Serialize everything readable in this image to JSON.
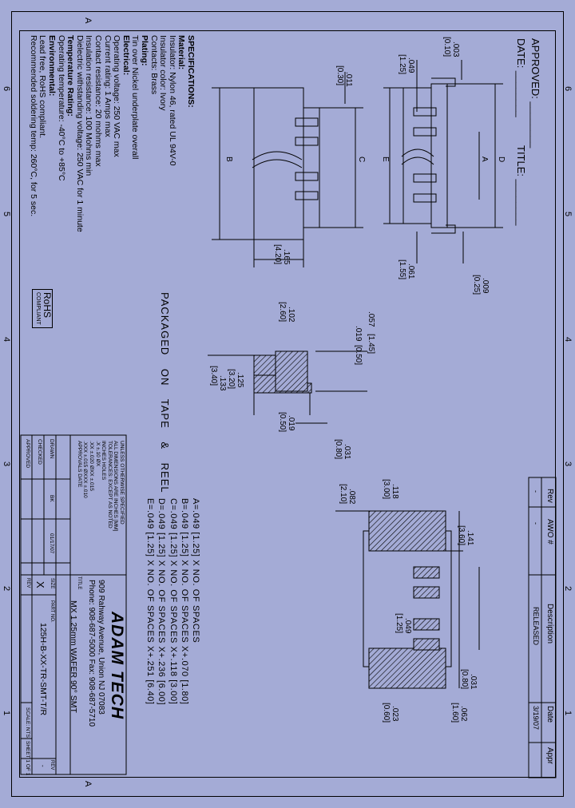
{
  "header": {
    "approved_label": "APPROVED: ________",
    "date_label": "DATE: ________",
    "title_label": "TITLE: ________"
  },
  "zones": {
    "letters": [
      "A",
      "A"
    ],
    "numbers_left": [
      "6",
      "5",
      "4",
      "3",
      "2",
      "1"
    ],
    "numbers_right": [
      "6",
      "5",
      "4",
      "3",
      "2",
      "1"
    ]
  },
  "specifications": {
    "heading": "SPECIFICATIONS:",
    "lines": [
      {
        "text": "Material:",
        "bold": true
      },
      {
        "text": "Insulator: Nylon 46, rated UL 94V-0",
        "bold": false
      },
      {
        "text": "Insulator color: Ivory",
        "bold": false
      },
      {
        "text": "Contacts: Brass",
        "bold": false
      },
      {
        "text": "Plating:",
        "bold": true
      },
      {
        "text": "Tin over Nickel underplate overall",
        "bold": false
      },
      {
        "text": "Electrical:",
        "bold": true
      },
      {
        "text": "Operating voltage: 250 VAC max",
        "bold": false
      },
      {
        "text": "Current rating: 1 Amps max",
        "bold": false
      },
      {
        "text": "Contact resistance: 20 mohms max",
        "bold": false
      },
      {
        "text": "Insulation resistance: 100 Mohms min",
        "bold": false
      },
      {
        "text": "Dielectric withstanding voltage: 250 VAC for 1 minute",
        "bold": false
      },
      {
        "text": "Temperature Rating:",
        "bold": true
      },
      {
        "text": "Operating temperature: -40°C to +85°C",
        "bold": false
      },
      {
        "text": "Environmental:",
        "bold": true
      },
      {
        "text": "Lead free, RoHS compliant.",
        "bold": false
      },
      {
        "text": "Recommended soldering temp: 260°C, for 5 sec.",
        "bold": false
      }
    ]
  },
  "rohs": {
    "line1": "RoHS",
    "line2": "COMPLIANT"
  },
  "packaging": "PACKAGED ON TAPE & REEL",
  "dimension_formulas": [
    "A=.049 [1.25] X NO. OF SPACES",
    "B=.049 [1.25] X NO. OF SPACES X+.070 [1.80]",
    "C=.049 [1.25] X NO. OF SPACES X+.118 [3.00]",
    "D=.049 [1.25] X NO. OF SPACES X+.236 [6.00]",
    "E=.049 [1.25] X NO. OF SPACES X+.251 [6.40]"
  ],
  "drawing_dims": {
    "d003": ".003",
    "d003m": "[0.10]",
    "d049": ".049",
    "d049m": "[1.25]",
    "d011": ".011",
    "d011m": "[0.30]",
    "d165": ".165",
    "d165m": "[4.20]",
    "d061": ".061",
    "d061m": "[1.55]",
    "d009": ".009",
    "d009m": "[0.25]",
    "d102": ".102",
    "d102m": "[2.60]",
    "d057": ".057",
    "d057m": "[1.45]",
    "d019a": ".019",
    "d019am": "[0.50]",
    "d125": ".125",
    "d125m": "[3.20]",
    "d133": ".133",
    "d133m": "[3.40]",
    "d019b": ".019",
    "d019bm": "[0.50]",
    "d031a": ".031",
    "d031am": "[0.80]",
    "d082": ".082",
    "d082m": "[2.10]",
    "d118": ".118",
    "d118m": "[3.00]",
    "d141": ".141",
    "d141m": "[3.60]",
    "d049b": ".049",
    "d049bm": "[1.25]",
    "d031b": ".031",
    "d031bm": "[0.80]",
    "d062": ".062",
    "d062m": "[1.60]",
    "d023": ".023",
    "d023m": "[0.60]",
    "A": "A",
    "B": "B",
    "C": "C",
    "D": "D",
    "E": "E"
  },
  "revision_block": {
    "rev_label": "Rev",
    "awo_label": "AWO #",
    "description_label": "Description",
    "date_label": "Date",
    "appr_label": "Appr",
    "rev_value": "-",
    "awo_value": "-",
    "description_value": "RELEASED",
    "date_value": "3/19/07"
  },
  "tolerance_block": {
    "lines": [
      "UNLESS OTHERWISE SPECIFIED",
      "ALL DIMENSIONS ARE INCHES [MM]",
      "TOLERANCES: EXCEPT AS NOTED",
      "INCHES        HOLES",
      ".X   ±.10     ØX",
      ".XX  ±.020    ØXX   ±.015",
      ".XXX ±.015    ØXXX  ±.010",
      "APPROVALS          DATE"
    ],
    "drawn_label": "DRAWN",
    "drawn_by": "BK",
    "drawn_date": "01/17/07",
    "checked_label": "CHECKED",
    "approved_label": "APPROVED"
  },
  "company": {
    "name": "ADAM TECH",
    "address": "909 Rahway Avenue, Union NJ 07083",
    "phone": "Phone: 908-687-5000 Fax: 908-687-5710"
  },
  "title_block": {
    "title_label": "TITLE",
    "title_value": "MX 1.25mm WAFER 90° SMT",
    "size_label": "SIZE",
    "size_value": "X",
    "part_no_label": "PART NO.",
    "part_no_value": "125H-B-XX-TR-SMT-T/R",
    "rev_label": "REV",
    "rev_value": "-",
    "scale_label": "SCALE: NTS",
    "sheet_label": "SHEET 1 OF 1",
    "rev_row_label": "REV"
  }
}
